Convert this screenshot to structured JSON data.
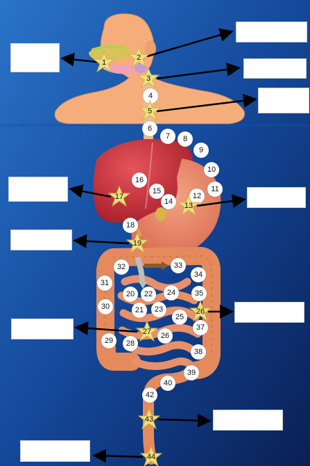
{
  "colors": {
    "bg_top": "#1f5fb0",
    "bg_bottom": "#0b2a66",
    "skin": "#f7b07a",
    "liver": "#c8323a",
    "stomach": "#e98a6a",
    "intestine": "#e58a5c",
    "star": "#f3df7a",
    "arrow": "#000000"
  },
  "markers": [
    {
      "n": "1",
      "kind": "star"
    },
    {
      "n": "2",
      "kind": "star"
    },
    {
      "n": "3",
      "kind": "star"
    },
    {
      "n": "4",
      "kind": "circle"
    },
    {
      "n": "5",
      "kind": "star"
    },
    {
      "n": "6",
      "kind": "circle"
    },
    {
      "n": "7",
      "kind": "circle"
    },
    {
      "n": "8",
      "kind": "circle"
    },
    {
      "n": "9",
      "kind": "circle"
    },
    {
      "n": "10",
      "kind": "circle"
    },
    {
      "n": "11",
      "kind": "circle"
    },
    {
      "n": "12",
      "kind": "circle"
    },
    {
      "n": "13",
      "kind": "star"
    },
    {
      "n": "14",
      "kind": "circle"
    },
    {
      "n": "15",
      "kind": "circle"
    },
    {
      "n": "16",
      "kind": "circle"
    },
    {
      "n": "17",
      "kind": "star"
    },
    {
      "n": "18",
      "kind": "circle"
    },
    {
      "n": "19",
      "kind": "star"
    },
    {
      "n": "20",
      "kind": "circle"
    },
    {
      "n": "21",
      "kind": "circle"
    },
    {
      "n": "22",
      "kind": "circle"
    },
    {
      "n": "23",
      "kind": "circle"
    },
    {
      "n": "24",
      "kind": "circle"
    },
    {
      "n": "25",
      "kind": "circle"
    },
    {
      "n": "26",
      "kind": "star"
    },
    {
      "n": "26",
      "kind": "circle"
    },
    {
      "n": "27",
      "kind": "star"
    },
    {
      "n": "28",
      "kind": "circle"
    },
    {
      "n": "29",
      "kind": "circle"
    },
    {
      "n": "30",
      "kind": "circle"
    },
    {
      "n": "31",
      "kind": "circle"
    },
    {
      "n": "32",
      "kind": "circle"
    },
    {
      "n": "33",
      "kind": "circle"
    },
    {
      "n": "34",
      "kind": "circle"
    },
    {
      "n": "35",
      "kind": "circle"
    },
    {
      "n": "37",
      "kind": "circle"
    },
    {
      "n": "38",
      "kind": "circle"
    },
    {
      "n": "39",
      "kind": "circle"
    },
    {
      "n": "40",
      "kind": "circle"
    },
    {
      "n": "42",
      "kind": "circle"
    },
    {
      "n": "43",
      "kind": "star"
    },
    {
      "n": "44",
      "kind": "star"
    }
  ]
}
